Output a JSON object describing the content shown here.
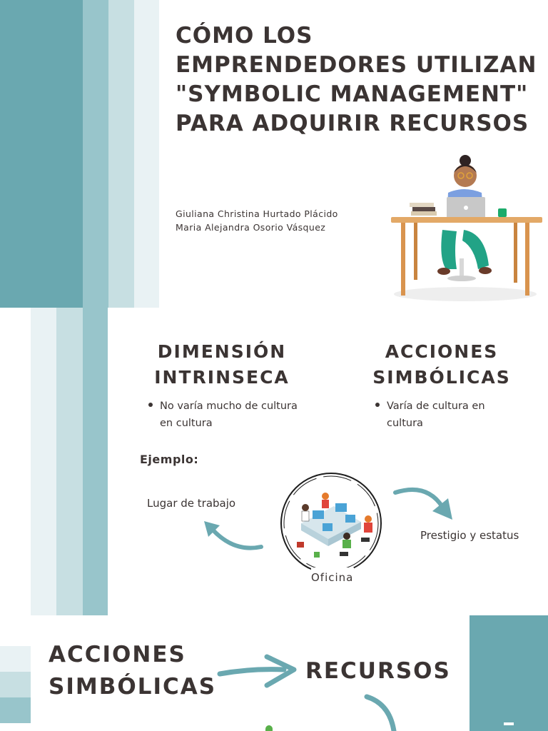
{
  "slide1": {
    "title": "CÓMO LOS EMPRENDEDORES UTILIZAN \"SYMBOLIC MANAGEMENT\" PARA ADQUIRIR RECURSOS",
    "authors": [
      "Giuliana Christina Hurtado Plácido",
      "Maria Alejandra Osorio Vásquez"
    ]
  },
  "slide2": {
    "left_heading": [
      "DIMENSIÓN",
      "INTRINSECA"
    ],
    "left_bullet": [
      "No varía mucho de cultura",
      "en cultura"
    ],
    "right_heading": [
      "ACCIONES",
      "SIMBÓLICAS"
    ],
    "right_bullet": [
      "Varía de cultura en",
      "cultura"
    ],
    "example_label": "Ejemplo:",
    "left_label": "Lugar de trabajo",
    "center_label": "Oficina",
    "right_label": "Prestigio y estatus"
  },
  "slide3": {
    "left_heading": [
      "ACCIONES",
      "SIMBÓLICAS"
    ],
    "right_heading": "RECURSOS"
  },
  "colors": {
    "teal_dark": "#6aa8b0",
    "teal_mid": "#98c5cb",
    "teal_light": "#c7dfe2",
    "teal_pale": "#e9f2f4",
    "text": "#3b3433",
    "arrow": "#6aa8b0"
  }
}
